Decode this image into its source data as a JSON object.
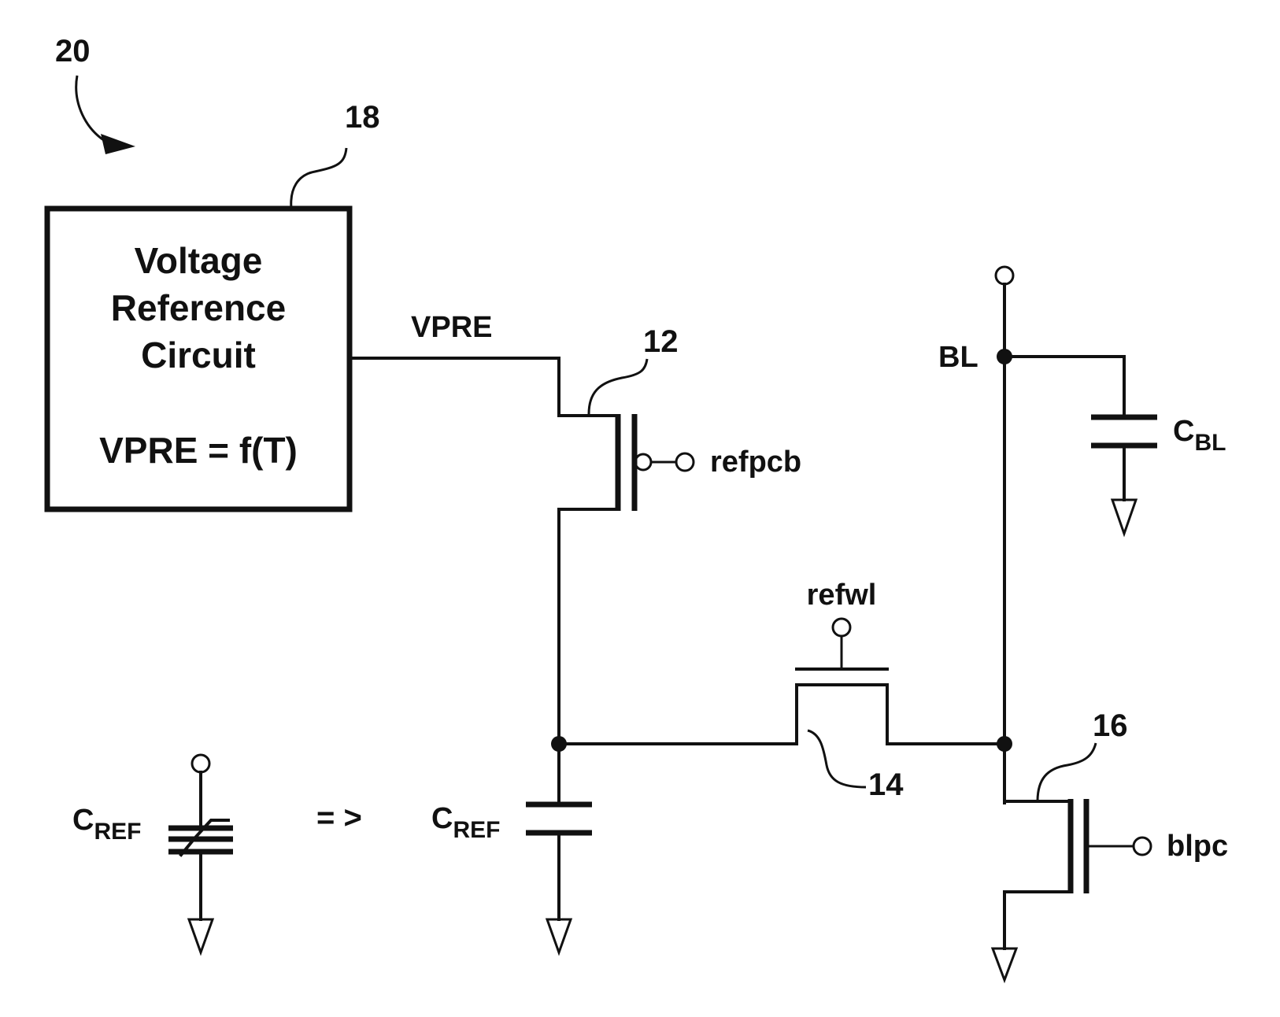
{
  "figure_number": "20",
  "block": {
    "ref": "18",
    "line1": "Voltage",
    "line2": "Reference",
    "line3": "Circuit",
    "equation": "VPRE = f(T)"
  },
  "signals": {
    "vpre": "VPRE",
    "refpcb": "refpcb",
    "refwl": "refwl",
    "blpc": "blpc",
    "bl": "BL"
  },
  "refs": {
    "t12": "12",
    "t14": "14",
    "t16": "16"
  },
  "capacitors": {
    "c_bl_main": "C",
    "c_bl_sub": "BL",
    "c_ref_main": "C",
    "c_ref_sub": "REF",
    "c_var_main": "C",
    "c_var_sub": "REF"
  },
  "equivalence": "= >"
}
